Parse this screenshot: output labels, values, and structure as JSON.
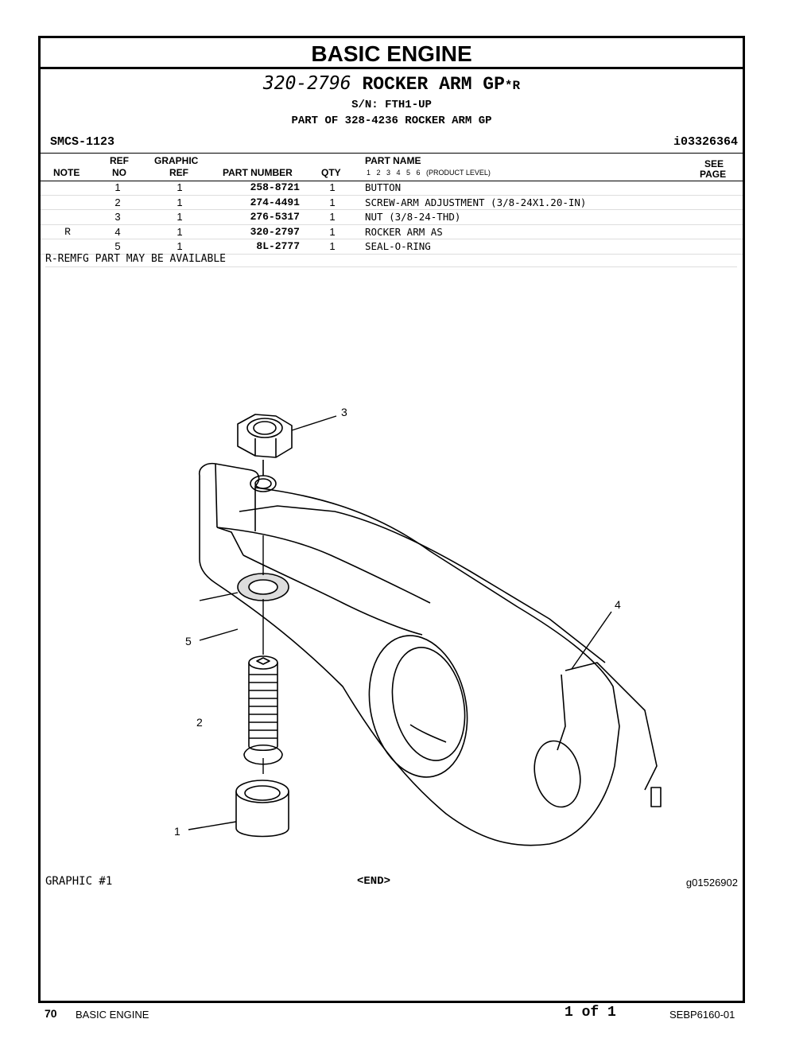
{
  "section_title": "BASIC ENGINE",
  "group": {
    "part_number": "320-2796",
    "name": "ROCKER ARM GP",
    "flag": "*R",
    "serial": "S/N: FTH1-UP",
    "part_of": "PART OF 328-4236 ROCKER ARM GP",
    "smcs": "SMCS-1123",
    "info_no": "i03326364"
  },
  "table": {
    "headers": {
      "note": "NOTE",
      "ref_top": "REF",
      "ref_bottom": "NO",
      "gref_top": "GRAPHIC",
      "gref_bottom": "REF",
      "part_number": "PART NUMBER",
      "qty": "QTY",
      "part_name": "PART NAME",
      "levels": "1   2   3   4   5   6   (PRODUCT LEVEL)",
      "see_top": "SEE",
      "see_bottom": "PAGE"
    },
    "rows": [
      {
        "note": "",
        "ref": "1",
        "gref": "1",
        "pn": "258-8721",
        "qty": "1",
        "name": "BUTTON"
      },
      {
        "note": "",
        "ref": "2",
        "gref": "1",
        "pn": "274-4491",
        "qty": "1",
        "name": "SCREW-ARM ADJUSTMENT (3/8-24X1.20-IN)"
      },
      {
        "note": "",
        "ref": "3",
        "gref": "1",
        "pn": "276-5317",
        "qty": "1",
        "name": "NUT (3/8-24-THD)"
      },
      {
        "note": "R",
        "ref": "4",
        "gref": "1",
        "pn": "320-2797",
        "qty": "1",
        "name": "ROCKER ARM AS"
      },
      {
        "note": "",
        "ref": "5",
        "gref": "1",
        "pn": "8L-2777",
        "qty": "1",
        "name": "SEAL-O-RING"
      }
    ],
    "footnote": "R-REMFG PART MAY BE AVAILABLE"
  },
  "graphic": {
    "callouts": [
      "1",
      "2",
      "3",
      "4",
      "5"
    ],
    "label": "GRAPHIC #1",
    "end": "<END>",
    "id": "g01526902"
  },
  "footer": {
    "page_no": "70",
    "section": "BASIC ENGINE",
    "page_of": "1 of 1",
    "doc": "SEBP6160-01"
  }
}
